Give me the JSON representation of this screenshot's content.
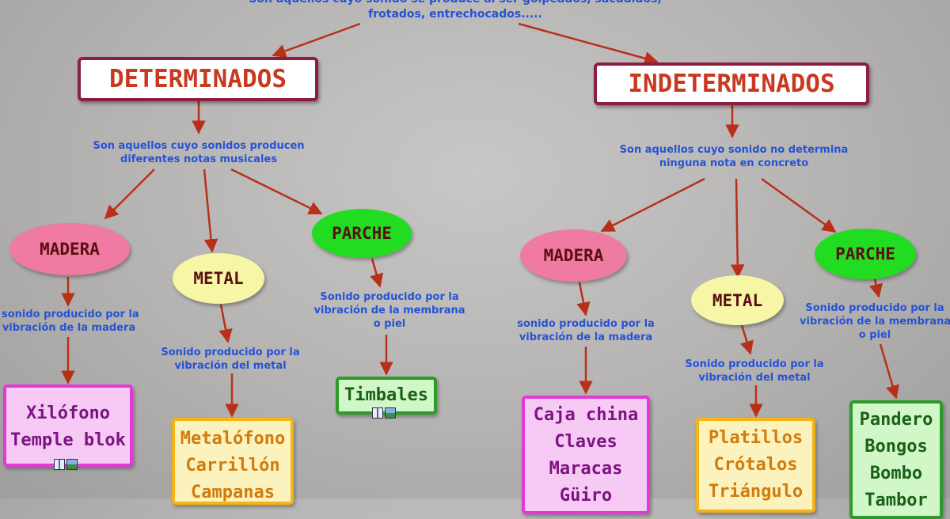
{
  "top_description": {
    "line1": "Son aquellos cuyo sonido se produce al ser golpeados, sacudidos,",
    "line2": "frotados, entrechocados....."
  },
  "determinados": {
    "title": "DETERMINADOS",
    "desc_line1": "Son aquellos cuyo sonidos producen",
    "desc_line2": "diferentes notas musicales",
    "madera": {
      "label": "MADERA",
      "desc_line1": "sonido producido por la",
      "desc_line2": "vibración de la madera",
      "items": [
        "Xilófono",
        "Temple blok"
      ]
    },
    "metal": {
      "label": "METAL",
      "desc_line1": "Sonido producido por la",
      "desc_line2": "vibración del metal",
      "items": [
        "Metalófono",
        "Carrillón",
        "Campanas"
      ]
    },
    "parche": {
      "label": "PARCHE",
      "desc_line1": "Sonido producido por la",
      "desc_line2": "vibración de la membrana",
      "desc_line3": "o piel",
      "items": [
        "Timbales"
      ]
    }
  },
  "indeterminados": {
    "title": "INDETERMINADOS",
    "desc_line1": "Son aquellos cuyo sonido no determina",
    "desc_line2": "ninguna nota en concreto",
    "madera": {
      "label": "MADERA",
      "desc_line1": "sonido producido por la",
      "desc_line2": "vibración de la madera",
      "items": [
        "Caja china",
        "Claves",
        "Maracas",
        "Güiro"
      ]
    },
    "metal": {
      "label": "METAL",
      "desc_line1": "Sonido producido por la",
      "desc_line2": "vibración del metal",
      "items": [
        "Platillos",
        "Crótalos",
        "Triángulo"
      ]
    },
    "parche": {
      "label": "PARCHE",
      "desc_line1": "Sonido producido por la",
      "desc_line2": "vibración de la membrana",
      "desc_line3": "o piel",
      "items": [
        "Pandero",
        "Bongos",
        "Bombo",
        "Tambor"
      ]
    }
  },
  "colors": {
    "arrow": "#b8301a",
    "description_text": "#2553d6",
    "category_border": "#8a1f3f",
    "category_text": "#c8391f"
  },
  "icons": [
    "speaker-icon",
    "image-icon"
  ]
}
